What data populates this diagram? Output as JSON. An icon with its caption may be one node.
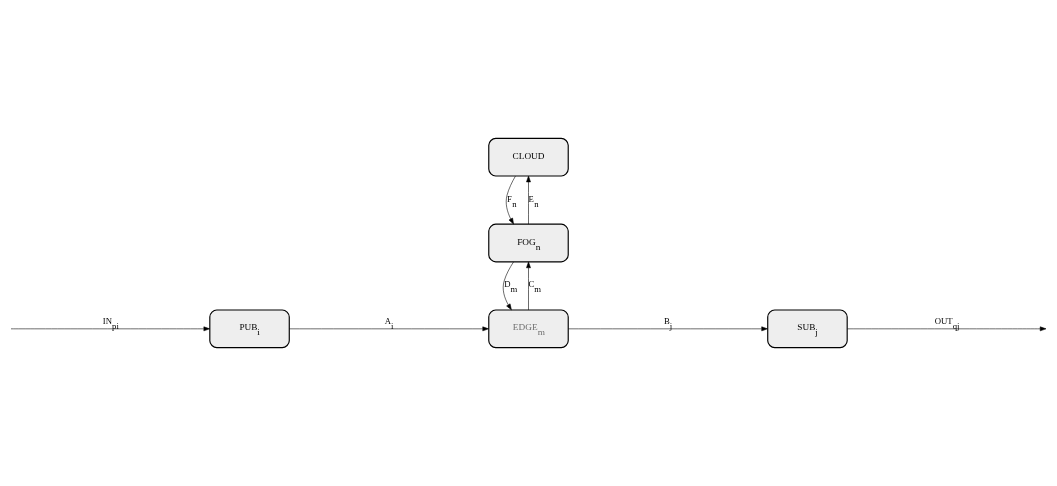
{
  "diagram": {
    "nodes": [
      {
        "text": [
          "CLOUD"
        ]
      },
      {
        "text": [
          "FOG$_{n}$"
        ]
      },
      {
        "text": [
          "PUB$_{i}$"
        ]
      },
      {
        "text": [
          "EDGE$_{m}$"
        ]
      },
      {
        "text": [
          "SUB$_{j}$"
        ]
      }
    ],
    "edges": [
      {
        "from": null,
        "to": 2,
        "arrow": "to",
        "label": "IN$_{pi}$"
      },
      {
        "from": 2,
        "to": 3,
        "arrow": "to",
        "label": "A$_{i}$"
      },
      {
        "from": 3,
        "to": 1,
        "arrow": "to",
        "label": "C$_{m}$"
      },
      {
        "from": 1,
        "to": 3,
        "arrow": "to",
        "label": "D$_{m}$"
      },
      {
        "from": 1,
        "to": 0,
        "arrow": "to",
        "label": "E$_{n}$"
      },
      {
        "from": 0,
        "to": 1,
        "arrow": "to",
        "label": "F$_{n}$"
      },
      {
        "from": 3,
        "to": 4,
        "arrow": "to",
        "label": "B$_{j}$"
      },
      {
        "from": 4,
        "to": null,
        "arrow": "to",
        "label": "OUT$_{qj}$"
      }
    ]
  }
}
